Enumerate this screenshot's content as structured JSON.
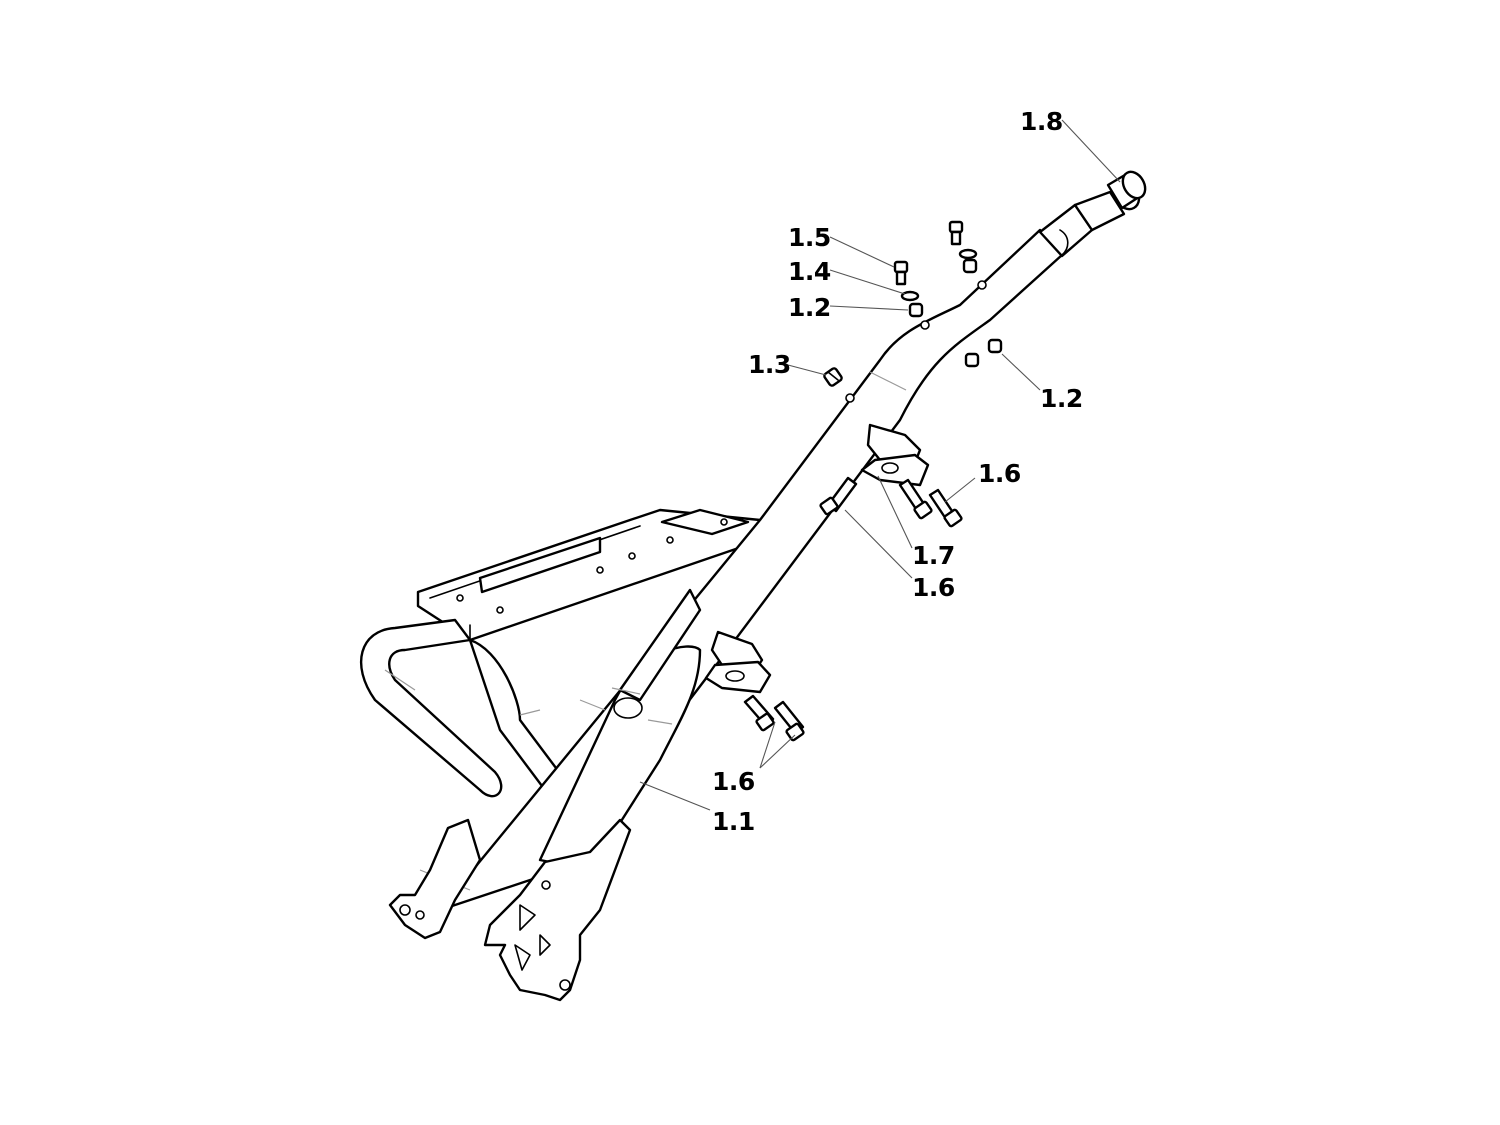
{
  "labels": {
    "l_1_8": "1.8",
    "l_1_5": "1.5",
    "l_1_4": "1.4",
    "l_1_2a": "1.2",
    "l_1_3": "1.3",
    "l_1_2b": "1.2",
    "l_1_6a": "1.6",
    "l_1_7": "1.7",
    "l_1_6b": "1.6",
    "l_1_6c": "1.6",
    "l_1_1": "1.1"
  },
  "colors": {
    "line": "#000000",
    "seam": "#9a9a9a",
    "leader": "#555555",
    "background": "#ffffff"
  }
}
